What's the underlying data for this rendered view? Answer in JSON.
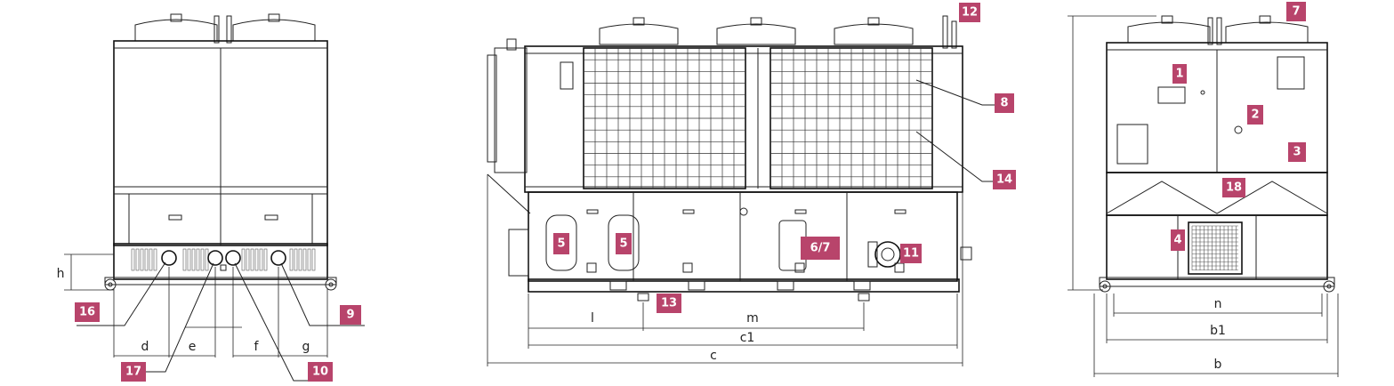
{
  "colors": {
    "tag": "#b8446b",
    "line": "#222222",
    "background": "#ffffff"
  },
  "tags": {
    "t1": "1",
    "t2": "2",
    "t3": "3",
    "t4": "4",
    "t5a": "5",
    "t5b": "5",
    "t67": "6/7",
    "t7": "7",
    "t8": "8",
    "t9": "9",
    "t10": "10",
    "t11": "11",
    "t12": "12",
    "t13": "13",
    "t14": "14",
    "t16": "16",
    "t17": "17",
    "t18": "18"
  },
  "dims": {
    "h": "h",
    "d": "d",
    "e": "e",
    "f": "f",
    "g": "g",
    "l": "l",
    "m": "m",
    "c1": "c1",
    "c": "c",
    "n": "n",
    "b1": "b1",
    "b": "b"
  }
}
